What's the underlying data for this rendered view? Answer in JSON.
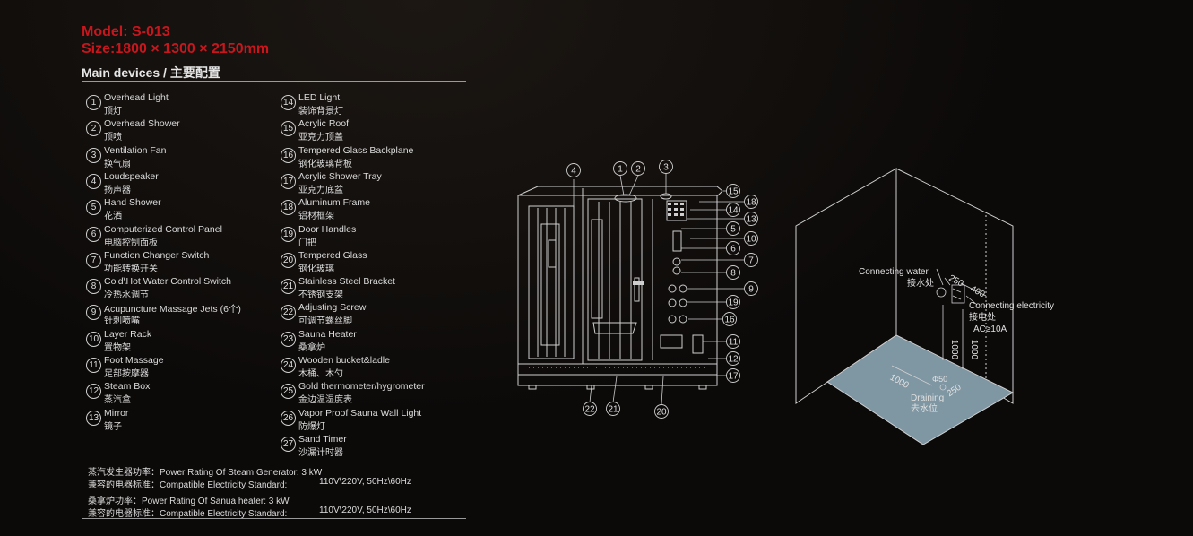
{
  "header": {
    "model": "Model: S-013",
    "size": "Size:1800 × 1300 × 2150mm",
    "heading": "Main devices / 主要配置"
  },
  "devices_left": [
    {
      "num": "1",
      "en": "Overhead Light",
      "zh": "顶灯"
    },
    {
      "num": "2",
      "en": "Overhead Shower",
      "zh": "顶喷"
    },
    {
      "num": "3",
      "en": "Ventilation Fan",
      "zh": "换气扇"
    },
    {
      "num": "4",
      "en": "Loudspeaker",
      "zh": "扬声器"
    },
    {
      "num": "5",
      "en": "Hand Shower",
      "zh": "花洒"
    },
    {
      "num": "6",
      "en": "Computerized Control Panel",
      "zh": "电脑控制面板"
    },
    {
      "num": "7",
      "en": "Function Changer Switch",
      "zh": "功能转换开关"
    },
    {
      "num": "8",
      "en": "Cold\\Hot Water Control Switch",
      "zh": "冷热水调节"
    },
    {
      "num": "9",
      "en": "Acupuncture Massage Jets (6个)",
      "zh": "针刺喷嘴"
    },
    {
      "num": "10",
      "en": "Layer Rack",
      "zh": "置物架"
    },
    {
      "num": "11",
      "en": "Foot Massage",
      "zh": "足部按摩器"
    },
    {
      "num": "12",
      "en": "Steam Box",
      "zh": "蒸汽盒"
    },
    {
      "num": "13",
      "en": "Mirror",
      "zh": "镜子"
    }
  ],
  "devices_right": [
    {
      "num": "14",
      "en": "LED Light",
      "zh": "装饰背景灯"
    },
    {
      "num": "15",
      "en": "Acrylic Roof",
      "zh": "亚克力顶盖"
    },
    {
      "num": "16",
      "en": "Tempered Glass Backplane",
      "zh": "钢化玻璃背板"
    },
    {
      "num": "17",
      "en": "Acrylic Shower Tray",
      "zh": "亚克力底盆"
    },
    {
      "num": "18",
      "en": "Aluminum Frame",
      "zh": "铝材框架"
    },
    {
      "num": "19",
      "en": "Door Handles",
      "zh": "门把"
    },
    {
      "num": "20",
      "en": "Tempered Glass",
      "zh": "钢化玻璃"
    },
    {
      "num": "21",
      "en": "Stainless Steel Bracket",
      "zh": "不锈钢支架"
    },
    {
      "num": "22",
      "en": "Adjusting Screw",
      "zh": "可调节螺丝脚"
    },
    {
      "num": "23",
      "en": "Sauna Heater",
      "zh": "桑拿炉"
    },
    {
      "num": "24",
      "en": "Wooden bucket&ladle",
      "zh": "木桶、木勺"
    },
    {
      "num": "25",
      "en": "Gold thermometer/hygrometer",
      "zh": "金边温湿度表"
    },
    {
      "num": "26",
      "en": "Vapor Proof Sauna Wall Light",
      "zh": "防爆灯"
    },
    {
      "num": "27",
      "en": "Sand Timer",
      "zh": "沙漏计时器"
    }
  ],
  "notes": {
    "steam_power": "蒸汽发生器功率：Power Rating Of Steam Generator: 3 kW",
    "steam_std_label": "兼容的电器标准：Compatible Electricity Standard:",
    "steam_std_value": "110V\\220V, 50Hz\\60Hz",
    "sauna_power": "桑拿炉功率：Power Rating Of Sanua heater: 3 kW",
    "sauna_std_label": "兼容的电器标准：Compatible Electricity Standard:",
    "sauna_std_value": "110V\\220V, 50Hz\\60Hz"
  },
  "cabin_callouts": {
    "c1": "1",
    "c2": "2",
    "c3": "3",
    "c4": "4",
    "c5": "5",
    "c6": "6",
    "c7": "7",
    "c8": "8",
    "c9": "9",
    "c10": "10",
    "c11": "11",
    "c12": "12",
    "c13": "13",
    "c14": "14",
    "c15": "15",
    "c16": "16",
    "c17": "17",
    "c18": "18",
    "c19": "19",
    "c20": "20",
    "c21": "21",
    "c22": "22"
  },
  "installation": {
    "water_en": "Connecting water",
    "water_zh": "接水处",
    "elec_en": "Connecting electricity",
    "elec_zh": "接电处",
    "elec_rating": "AC≥10A",
    "drain_en": "Draining",
    "drain_zh": "去水位",
    "dim_250_top": "250",
    "dim_400": "400",
    "dim_1000_left": "1000",
    "dim_1000_right": "1000",
    "dim_1000_floor": "1000",
    "dim_250_floor": "250",
    "drain_dia": "Φ50"
  }
}
